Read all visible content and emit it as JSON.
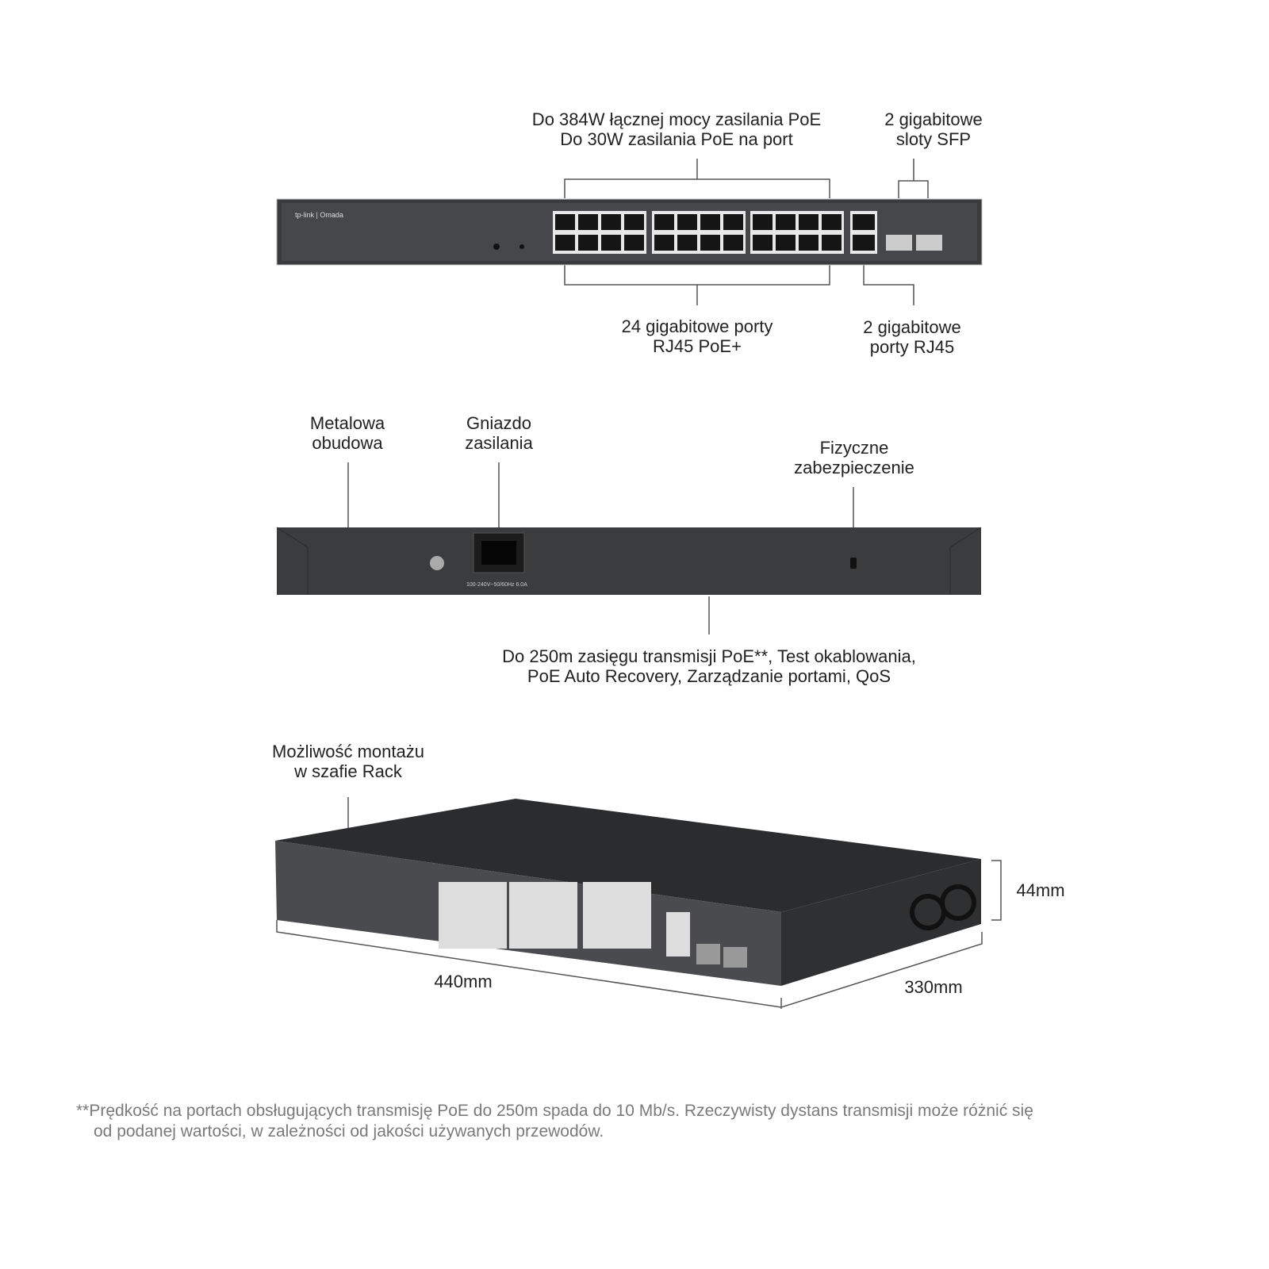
{
  "front_view": {
    "labels": {
      "poe_power_line1": "Do 384W łącznej mocy zasilania PoE",
      "poe_power_line2": "Do 30W zasilania PoE na port",
      "sfp_line1": "2 gigabitowe",
      "sfp_line2": "sloty SFP",
      "rj45_poe_line1": "24 gigabitowe porty",
      "rj45_poe_line2": "RJ45 PoE+",
      "rj45_line1": "2 gigabitowe",
      "rj45_line2": "porty RJ45"
    },
    "logo": "tp-link | Omada"
  },
  "rear_view": {
    "labels": {
      "metal_line1": "Metalowa",
      "metal_line2": "obudowa",
      "power_line1": "Gniazdo",
      "power_line2": "zasilania",
      "lock_line1": "Fizyczne",
      "lock_line2": "zabezpieczenie",
      "features_line1": "Do 250m zasięgu transmisji PoE**, Test okablowania,",
      "features_line2": "PoE Auto Recovery, Zarządzanie portami, QoS"
    },
    "power_rating": "100-240V~50/60Hz 6.0A"
  },
  "iso_view": {
    "labels": {
      "rack_line1": "Możliwość montażu",
      "rack_line2": "w szafie Rack",
      "height": "44mm",
      "width": "440mm",
      "depth": "330mm"
    }
  },
  "footnote": {
    "line1": "**Prędkość na portach obsługujących transmisję PoE do 250m spada do 10 Mb/s. Rzeczywisty dystans transmisji może różnić się",
    "line2": "od podanej wartości, w zależności od jakości używanych przewodów."
  }
}
